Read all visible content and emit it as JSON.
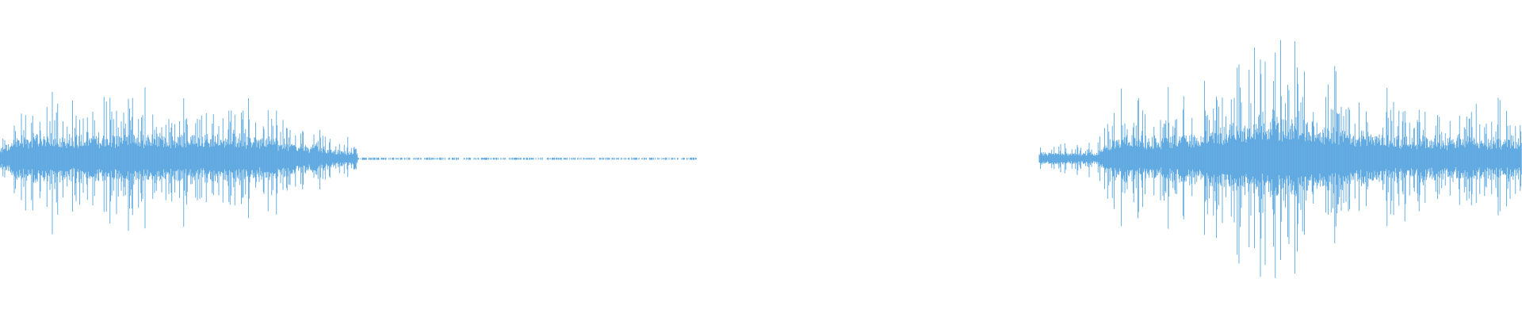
{
  "colors": {
    "background": "#ffffff",
    "waveform": "#5ba8e0"
  },
  "waveform": {
    "segments": [
      {
        "region": "clip-1",
        "start_frac": 0.0,
        "end_frac": 0.235,
        "peak": 0.44,
        "style": "active"
      },
      {
        "region": "clip-1-tail",
        "start_frac": 0.235,
        "end_frac": 0.458,
        "peak": 0.006,
        "style": "faint"
      },
      {
        "region": "clip-2",
        "start_frac": 0.683,
        "end_frac": 1.0,
        "peak": 0.62,
        "style": "active"
      }
    ]
  }
}
